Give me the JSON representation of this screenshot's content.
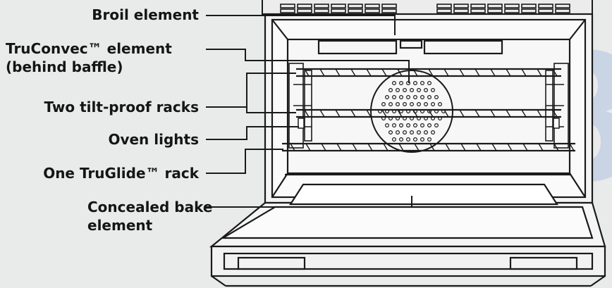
{
  "background_color": "#e9eaea",
  "line_color": "#1a1a1a",
  "accent_color": "#c9d4e4",
  "watermark": {
    "text": "8",
    "color": "#c9d4e4"
  },
  "labels": {
    "broil_element": "Broil element",
    "truconvec_line1": "TruConvec™ element",
    "truconvec_line2": "(behind baffle)",
    "tilt_proof_racks": "Two tilt-proof racks",
    "oven_lights": "Oven lights",
    "truglide_rack": "One TruGlide™ rack",
    "bake_line1": "Concealed bake",
    "bake_line2": "element"
  }
}
